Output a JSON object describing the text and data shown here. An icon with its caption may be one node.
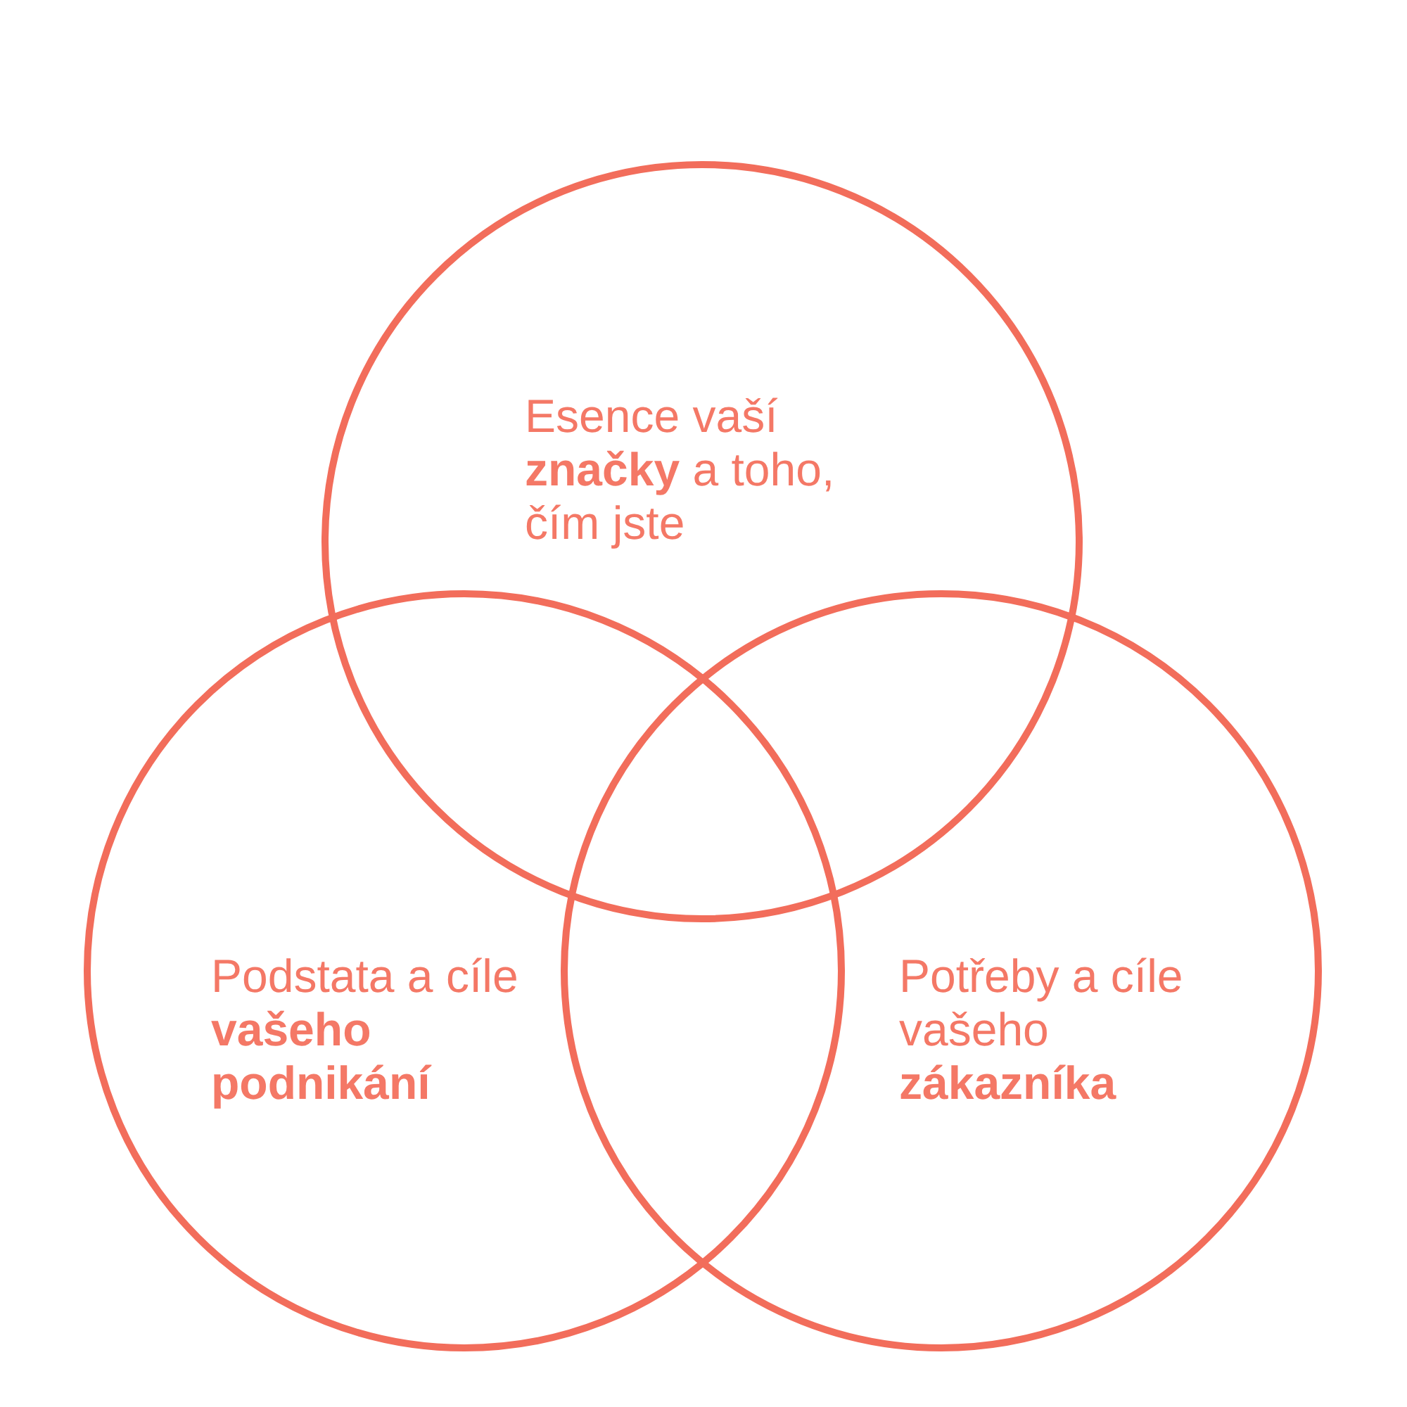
{
  "diagram": {
    "nodes": [
      {
        "text": [
          "Esence vaší **značky** a toho, čím jste"
        ]
      },
      {
        "text": [
          "Podstata a cíle **vašeho podnikání**"
        ]
      },
      {
        "text": [
          "Potřeby a cíle vašeho **zákazníka**"
        ]
      }
    ]
  }
}
